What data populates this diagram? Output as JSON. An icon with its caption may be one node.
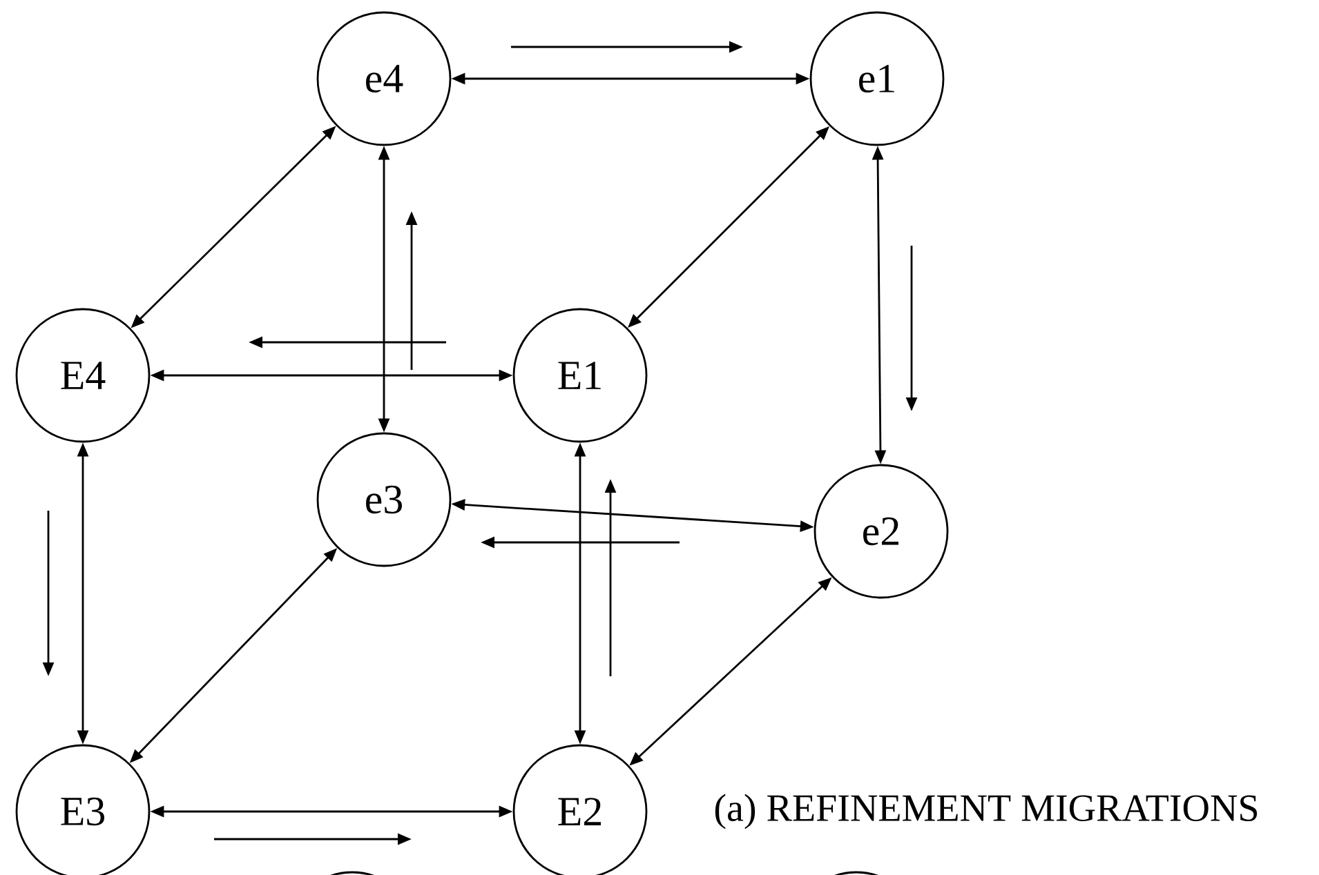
{
  "diagram": {
    "caption": "(a) REFINEMENT MIGRATIONS",
    "nodes": [
      {
        "text": [
          "e4"
        ]
      },
      {
        "text": [
          "e1"
        ]
      },
      {
        "text": [
          "E4"
        ]
      },
      {
        "text": [
          "E1"
        ]
      },
      {
        "text": [
          "e3"
        ]
      },
      {
        "text": [
          "e2"
        ]
      },
      {
        "text": [
          "E3"
        ]
      },
      {
        "text": [
          "E2"
        ]
      },
      {
        "text": [],
        "shape": "circle"
      },
      {
        "text": [],
        "shape": "circle"
      }
    ],
    "edges": [
      {
        "from": 0,
        "to": 1,
        "arrow": "both"
      },
      {
        "from": 0,
        "to": 2,
        "arrow": "both"
      },
      {
        "from": 0,
        "to": 4,
        "arrow": "both"
      },
      {
        "from": 1,
        "to": 3,
        "arrow": "both"
      },
      {
        "from": 1,
        "to": 5,
        "arrow": "both"
      },
      {
        "from": 2,
        "to": 3,
        "arrow": "both"
      },
      {
        "from": 2,
        "to": 6,
        "arrow": "both"
      },
      {
        "from": 4,
        "to": 5,
        "arrow": "both"
      },
      {
        "from": 4,
        "to": 6,
        "arrow": "both"
      },
      {
        "from": 3,
        "to": 7,
        "arrow": "both"
      },
      {
        "from": 5,
        "to": 7,
        "arrow": "both"
      },
      {
        "from": 6,
        "to": 7,
        "arrow": "both"
      }
    ]
  }
}
